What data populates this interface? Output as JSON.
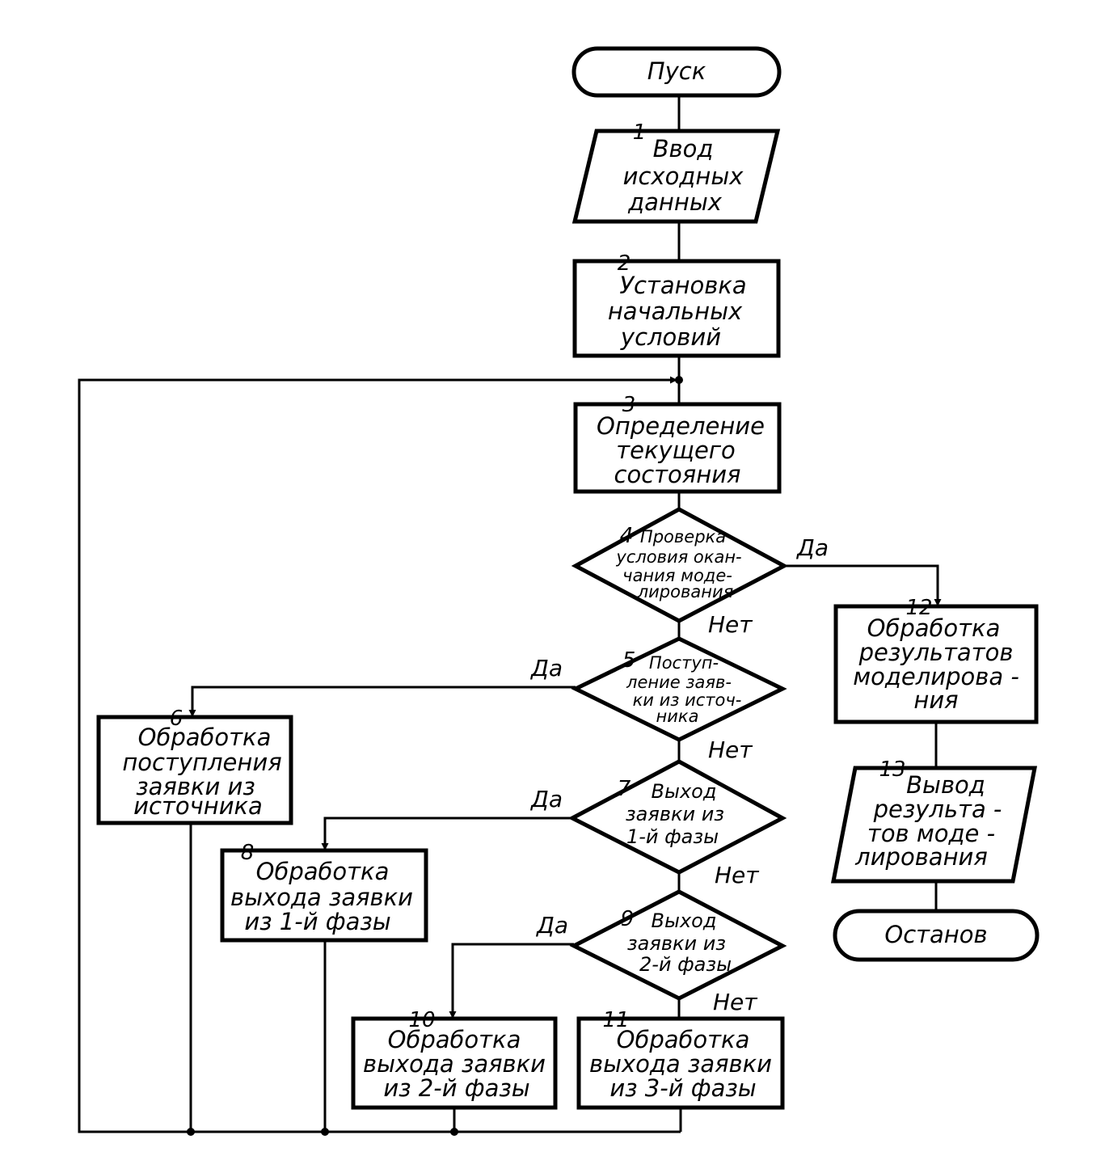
{
  "start": "Пуск",
  "stop": "Останов",
  "blocks": [
    {
      "number": "1",
      "lines": [
        "Ввод",
        "исходных",
        "данных"
      ]
    },
    {
      "number": "2",
      "lines": [
        "Установка",
        "начальных",
        "условий"
      ]
    },
    {
      "number": "3",
      "lines": [
        "Определение",
        "текущего",
        "состояния"
      ]
    },
    {
      "number": "4",
      "lines": [
        "Проверка",
        "условия окан-",
        "чания моде-",
        "лирования"
      ]
    },
    {
      "number": "5",
      "lines": [
        "Поступ-",
        "ление заяв-",
        "ки из источ-",
        "ника"
      ]
    },
    {
      "number": "6",
      "lines": [
        "Обработка",
        "поступления",
        "заявки из",
        "источника"
      ]
    },
    {
      "number": "7",
      "lines": [
        "Выход",
        "заявки из",
        "1-й фазы"
      ]
    },
    {
      "number": "8",
      "lines": [
        "Обработка",
        "выхода заявки",
        "из 1-й фазы"
      ]
    },
    {
      "number": "9",
      "lines": [
        "Выход",
        "заявки из",
        "2-й фазы"
      ]
    },
    {
      "number": "10",
      "lines": [
        "Обработка",
        "выхода заявки",
        "из 2-й фазы"
      ]
    },
    {
      "number": "11",
      "lines": [
        "Обработка",
        "выхода заявки",
        "из 3-й фазы"
      ]
    },
    {
      "number": "12",
      "lines": [
        "Обработка",
        "результатов",
        "моделирова -",
        "ния"
      ]
    },
    {
      "number": "13",
      "lines": [
        "Вывод",
        "результа -",
        "тов моде -",
        "лирования"
      ]
    }
  ],
  "edge_labels": {
    "yes": "Да",
    "no": "Нет"
  }
}
